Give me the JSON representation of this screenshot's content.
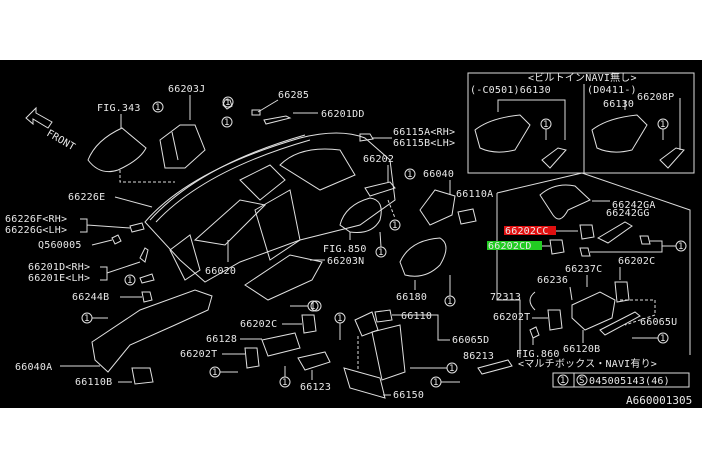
{
  "diagram": {
    "doc_code": "A660001305",
    "front_label": "FRONT",
    "callout_symbol": "1",
    "legend": {
      "ref": "1",
      "s_mark": "S",
      "part": "045005143(46)"
    },
    "inset_navi": {
      "title": "<ビルトインNAVI無し>",
      "left_label": "(-C0501)66130",
      "right_label": "(D0411-)",
      "right_part1": "66130",
      "right_part2": "66208P"
    },
    "multi_box_note": "<マルチボックス・NAVI有り>",
    "highlights": {
      "red": {
        "label": "66202CC",
        "color": "#e01010"
      },
      "green": {
        "label": "66202CD",
        "color": "#22cc22"
      }
    },
    "labels": {
      "fig343": "FIG.343",
      "p66203J": "66203J",
      "p66285": "66285",
      "p66201DD": "66201DD",
      "p66115A": "66115A<RH>",
      "p66115B": "66115B<LH>",
      "p66202": "66202",
      "p66040": "66040",
      "p66110A": "66110A",
      "p66226E": "66226E",
      "p66226F": "66226F<RH>",
      "p66226G": "66226G<LH>",
      "q560005": "Q560005",
      "p66201D": "66201D<RH>",
      "p66201E": "66201E<LH>",
      "p66244B": "66244B",
      "p66020": "66020",
      "fig850": "FIG.850",
      "p66203N": "66203N",
      "p66180": "66180",
      "p66242GA": "66242GA",
      "p66242GG": "66242GG",
      "p66237C": "66237C",
      "p66202C_r": "66202C",
      "p66236": "66236",
      "p72313": "72313",
      "p66202T_r": "66202T",
      "p66065U": "66065U",
      "p66120B": "66120B",
      "fig860": "FIG.860",
      "p66110": "66110",
      "p66065D": "66065D",
      "p86213": "86213",
      "p66150": "66150",
      "p66123": "66123",
      "p66202C_m": "66202C",
      "p66128": "66128",
      "p66202T_m": "66202T",
      "p66040A": "66040A",
      "p66110B": "66110B"
    }
  }
}
